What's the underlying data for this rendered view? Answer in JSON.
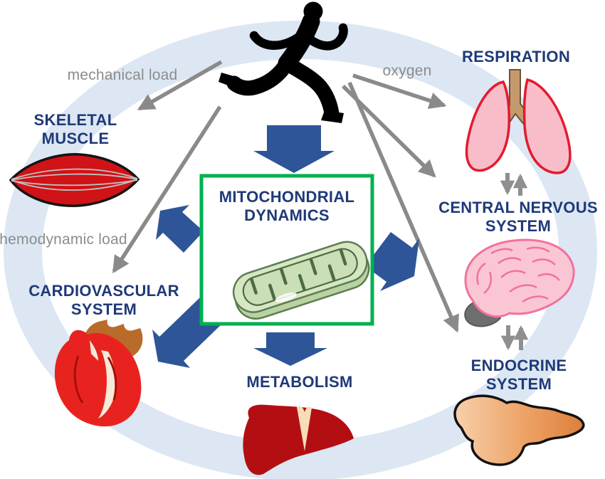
{
  "center_box": {
    "line1": "MITOCHONDRIAL",
    "line2": "DYNAMICS"
  },
  "nodes": {
    "skeletal_muscle": {
      "line1": "SKELETAL",
      "line2": "MUSCLE"
    },
    "cardiovascular": {
      "line1": "CARDIOVASCULAR",
      "line2": "SYSTEM"
    },
    "metabolism": {
      "line1": "METABOLISM"
    },
    "respiration": {
      "line1": "RESPIRATION"
    },
    "central_nervous": {
      "line1": "CENTRAL NERVOUS",
      "line2": "SYSTEM"
    },
    "endocrine": {
      "line1": "ENDOCRINE",
      "line2": "SYSTEM"
    }
  },
  "edge_labels": {
    "mechanical": "mechanical load",
    "oxygen": "oxygen",
    "hemodynamic": "hemodynamic load"
  },
  "icons": {
    "runner": "running-man-silhouette",
    "mitochondrion": "green-mitochondrion-with-cristae",
    "skeletal_muscle": "red-fusiform-muscle",
    "heart": "red-anatomical-heart",
    "liver": "dark-red-liver",
    "lungs": "pink-lungs-with-trachea",
    "brain": "pink-brain-with-gray-cerebellum",
    "pancreas": "orange-pancreas",
    "exchange": "gray-up-down-arrows"
  },
  "colors": {
    "label_navy": "#1f3a78",
    "edge_gray": "#8c8c8c",
    "arrow_blue": "#2e5597",
    "ring_blue": "#dce7f3",
    "box_green": "#00b050",
    "connector_gray": "#8a8a8a"
  }
}
